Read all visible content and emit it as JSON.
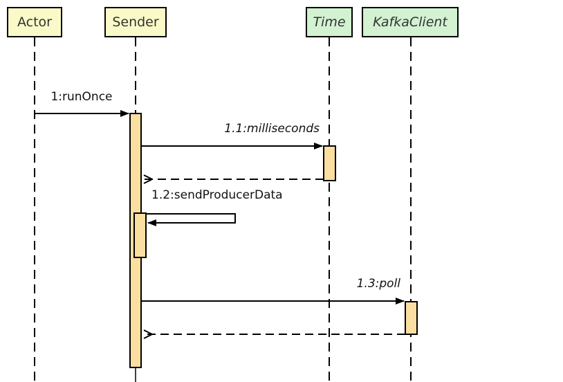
{
  "diagram": {
    "type": "uml-sequence-diagram",
    "background": "#ffffff",
    "colors": {
      "participant_fill_class": "#fafac8",
      "participant_fill_interface": "#d2f2d2",
      "activation_fill": "#fadfa0",
      "line": "#000000",
      "text": "#111111"
    },
    "participants": [
      {
        "name": "Actor",
        "style": "normal",
        "fill": "#fafac8"
      },
      {
        "name": "Sender",
        "style": "normal",
        "fill": "#fafac8"
      },
      {
        "name": "Time",
        "style": "italic",
        "fill": "#d2f2d2"
      },
      {
        "name": "KafkaClient",
        "style": "italic",
        "fill": "#d2f2d2"
      }
    ],
    "messages": [
      {
        "label": "1:runOnce",
        "from": "Actor",
        "to": "Sender",
        "kind": "call",
        "line": "solid",
        "style": "normal"
      },
      {
        "label": "1.1:milliseconds",
        "from": "Sender",
        "to": "Time",
        "kind": "call",
        "line": "solid",
        "style": "italic"
      },
      {
        "label": "",
        "from": "Time",
        "to": "Sender",
        "kind": "return",
        "line": "dashed",
        "style": "normal"
      },
      {
        "label": "1.2:sendProducerData",
        "from": "Sender",
        "to": "Sender",
        "kind": "self-call",
        "line": "solid",
        "style": "normal"
      },
      {
        "label": "1.3:poll",
        "from": "Sender",
        "to": "KafkaClient",
        "kind": "call",
        "line": "solid",
        "style": "italic"
      },
      {
        "label": "",
        "from": "KafkaClient",
        "to": "Sender",
        "kind": "return",
        "line": "dashed",
        "style": "normal"
      }
    ]
  }
}
